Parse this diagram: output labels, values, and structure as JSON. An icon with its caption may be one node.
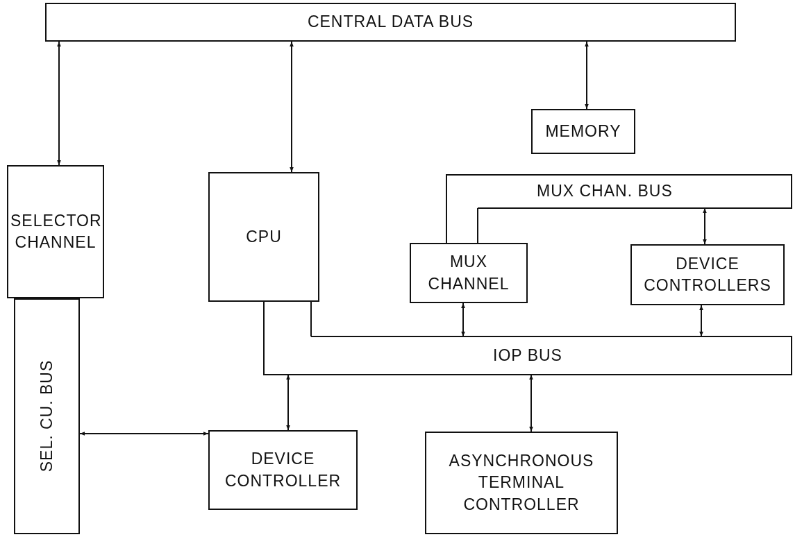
{
  "diagram": {
    "nodes": [
      {
        "text": [
          "CENTRAL DATA BUS"
        ]
      },
      {
        "text": [
          "MEMORY"
        ]
      },
      {
        "text": [
          "SELECTOR CHANNEL"
        ]
      },
      {
        "text": [
          "CPU"
        ]
      },
      {
        "text": [
          "MUX CHAN. BUS"
        ]
      },
      {
        "text": [
          "MUX CHANNEL"
        ]
      },
      {
        "text": [
          "DEVICE CONTROLLERS"
        ]
      },
      {
        "text": [
          "IOP BUS"
        ]
      },
      {
        "text": [
          "SEL. CU. BUS"
        ]
      },
      {
        "text": [
          "DEVICE CONTROLLER"
        ]
      },
      {
        "text": [
          "ASYNCHRONOUS TERMINAL CONTROLLER"
        ]
      }
    ],
    "edges": [
      {
        "from": 0,
        "to": 2,
        "arrow": "both"
      },
      {
        "from": 0,
        "to": 3,
        "arrow": "both"
      },
      {
        "from": 0,
        "to": 1,
        "arrow": "both"
      },
      {
        "from": 4,
        "to": 6,
        "arrow": "both"
      },
      {
        "from": 5,
        "to": 4,
        "arrow": "none"
      },
      {
        "from": 5,
        "to": 7,
        "arrow": "both"
      },
      {
        "from": 6,
        "to": 7,
        "arrow": "both"
      },
      {
        "from": 3,
        "to": 7,
        "arrow": "none"
      },
      {
        "from": 2,
        "to": 8,
        "arrow": "none"
      },
      {
        "from": 8,
        "to": 9,
        "arrow": "both"
      },
      {
        "from": 7,
        "to": 9,
        "arrow": "both"
      },
      {
        "from": 7,
        "to": 10,
        "arrow": "both"
      }
    ]
  }
}
